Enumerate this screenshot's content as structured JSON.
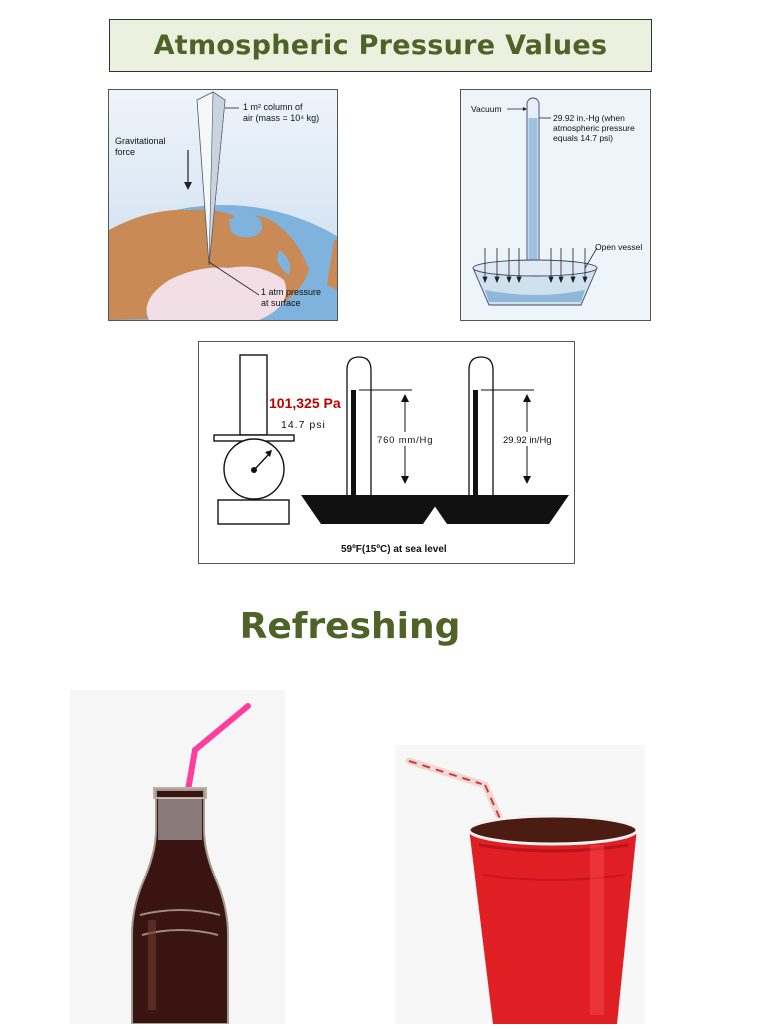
{
  "page": {
    "title": "Atmospheric Pressure Values",
    "section_title": "Refreshing"
  },
  "globe_figure": {
    "column_label_line1": "1 m² column of",
    "column_label_line2": "air (mass = 10⁴ kg)",
    "force_label_line1": "Gravitational",
    "force_label_line2": "force",
    "surface_label_line1": "1 atm pressure",
    "surface_label_line2": "at surface"
  },
  "barometer_figure": {
    "vacuum_label": "Vacuum",
    "reading_line1": "29.92 in.-Hg (when",
    "reading_line2": "atmospheric pressure",
    "reading_line3": "equals 14.7 psi)",
    "vessel_label": "Open vessel"
  },
  "units_figure": {
    "pa_value": "101,325 Pa",
    "psi_value": "14.7 psi",
    "mmhg_value": "760 mm/Hg",
    "inhg_value": "29.92 in/Hg",
    "condition": "59ºF(15ºC) at sea level"
  },
  "colors": {
    "title_green": "#4f6228",
    "title_bg": "#ebf1de",
    "pa_red": "#c00000"
  }
}
